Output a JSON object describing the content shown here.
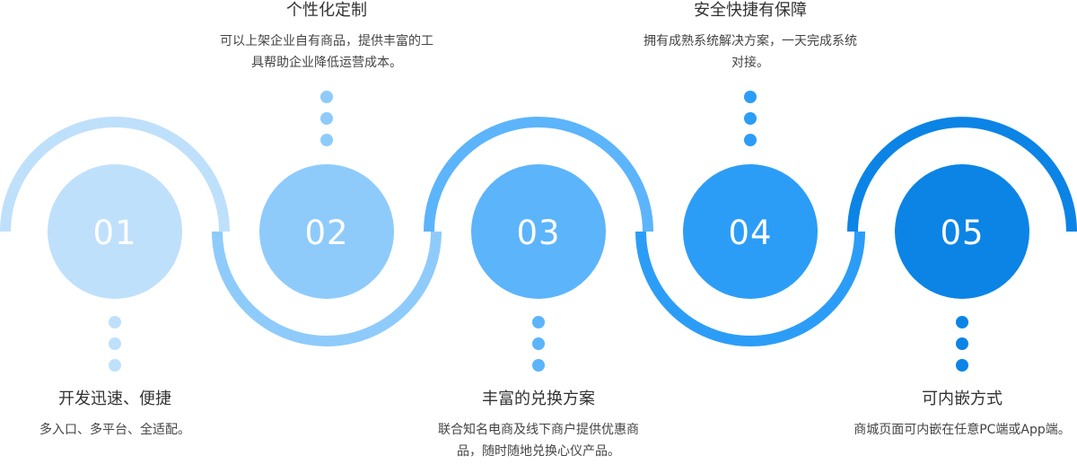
{
  "steps": [
    {
      "num": "01",
      "title": "开发迅速、便捷",
      "desc": "多入口、多平台、全适配。",
      "color": "#bfe0fb"
    },
    {
      "num": "02",
      "title": "个性化定制",
      "desc": "可以上架企业自有商品，提供丰富的工具帮助企业降低运营成本。",
      "color": "#8ecbfb"
    },
    {
      "num": "03",
      "title": "丰富的兑换方案",
      "desc": "联合知名电商及线下商户提供优惠商品，随时随地兑换心仪产品。",
      "color": "#5cb4fb"
    },
    {
      "num": "04",
      "title": "安全快捷有保障",
      "desc": "拥有成熟系统解决方案，一天完成系统对接。",
      "color": "#2c9df7"
    },
    {
      "num": "05",
      "title": "可内嵌方式",
      "desc": "商城页面可内嵌在任意PC端或App端。",
      "color": "#0b84e6"
    }
  ]
}
